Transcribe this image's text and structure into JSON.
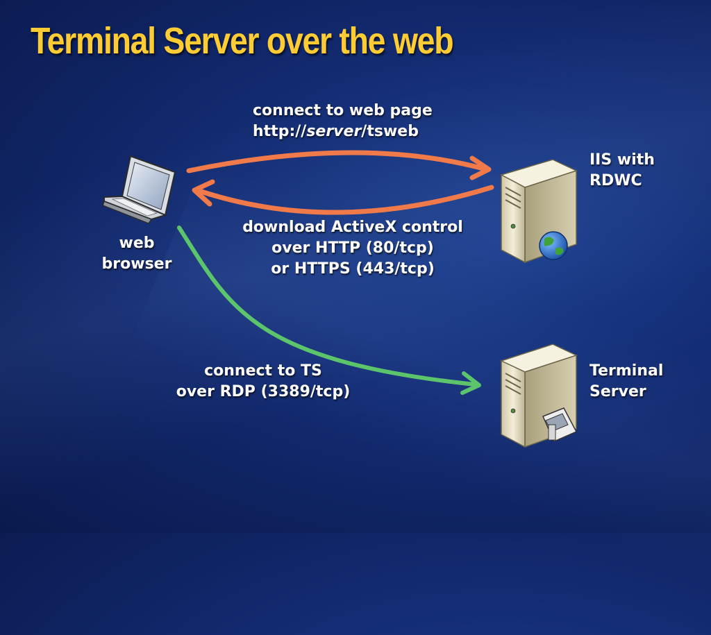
{
  "slide": {
    "title": "Terminal Server over the web"
  },
  "nodes": {
    "browser": {
      "line1": "web",
      "line2": "browser"
    },
    "iis": {
      "line1": "IIS with",
      "line2": "RDWC"
    },
    "ts": {
      "line1": "Terminal",
      "line2": "Server"
    }
  },
  "edges": {
    "connect_web": {
      "line1": "connect to web page",
      "line2_pre": "http://",
      "line2_em": "server",
      "line2_post": "/tsweb"
    },
    "download_activex": {
      "line1": "download ActiveX control",
      "line2": "over HTTP (80/tcp)",
      "line3": "or HTTPS (443/tcp)"
    },
    "connect_ts": {
      "line1": "connect to TS",
      "line2": "over RDP (3389/tcp)"
    }
  },
  "colors": {
    "title": "#ffcc33",
    "arrow_http": "#f07a4a",
    "arrow_rdp": "#5cc46a",
    "server_body": "#e8e2c8",
    "globe": "#2a74d8"
  },
  "icons": {
    "laptop": "laptop-icon",
    "web_server": "web-server-icon",
    "terminal_server": "terminal-server-icon"
  }
}
